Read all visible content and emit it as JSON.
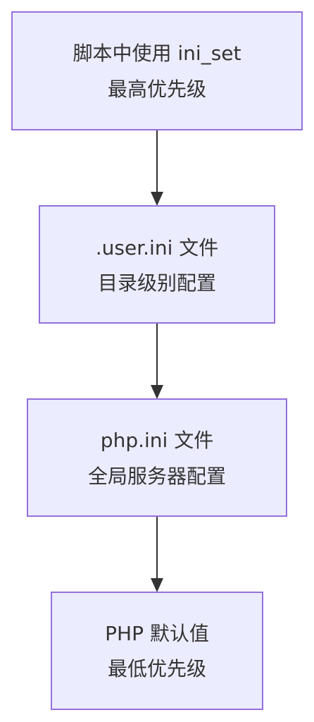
{
  "diagram": {
    "nodes": [
      {
        "id": "script-ini-set",
        "line1": "脚本中使用 ini_set",
        "line2": "最高优先级"
      },
      {
        "id": "user-ini",
        "line1": ".user.ini 文件",
        "line2": "目录级别配置"
      },
      {
        "id": "php-ini",
        "line1": "php.ini 文件",
        "line2": "全局服务器配置"
      },
      {
        "id": "php-default",
        "line1": "PHP 默认值",
        "line2": "最低优先级"
      }
    ],
    "edges": [
      {
        "from": "script-ini-set",
        "to": "user-ini"
      },
      {
        "from": "user-ini",
        "to": "php-ini"
      },
      {
        "from": "php-ini",
        "to": "php-default"
      }
    ]
  }
}
